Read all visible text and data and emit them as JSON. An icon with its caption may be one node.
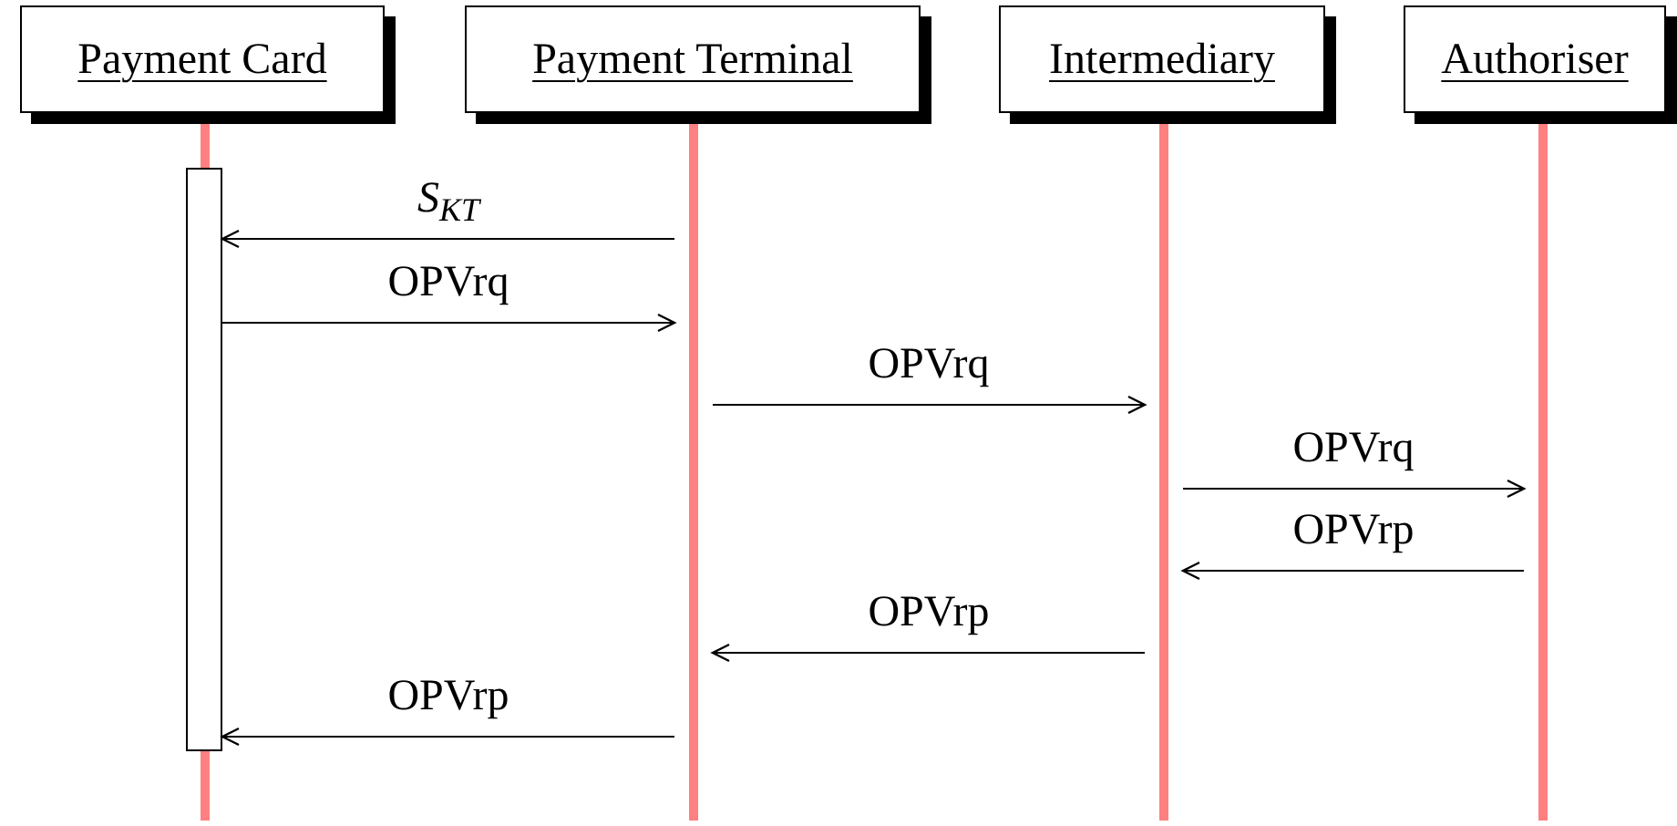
{
  "diagram": {
    "nodes": [
      {
        "text": [
          "Payment Card"
        ]
      },
      {
        "text": [
          "Payment Terminal"
        ]
      },
      {
        "text": [
          "Intermediary"
        ]
      },
      {
        "text": [
          "Authoriser"
        ]
      },
      {
        "text": [],
        "shape": "bar"
      },
      {
        "text": [],
        "shape": "bar"
      },
      {
        "text": [],
        "shape": "bar"
      },
      {
        "text": [],
        "shape": "bar"
      },
      {
        "text": [],
        "shape": "box"
      }
    ],
    "edges": [
      {
        "from": 5,
        "to": 8,
        "arrow": "to",
        "label": "*S*$_{KT}$"
      },
      {
        "from": 8,
        "to": 5,
        "arrow": "to",
        "label": "OPVrq"
      },
      {
        "from": 5,
        "to": 6,
        "arrow": "to",
        "label": "OPVrq"
      },
      {
        "from": 6,
        "to": 7,
        "arrow": "to",
        "label": "OPVrq"
      },
      {
        "from": 7,
        "to": 6,
        "arrow": "to",
        "label": "OPVrp"
      },
      {
        "from": 6,
        "to": 5,
        "arrow": "to",
        "label": "OPVrp"
      },
      {
        "from": 5,
        "to": 8,
        "arrow": "to",
        "label": "OPVrp"
      }
    ]
  }
}
